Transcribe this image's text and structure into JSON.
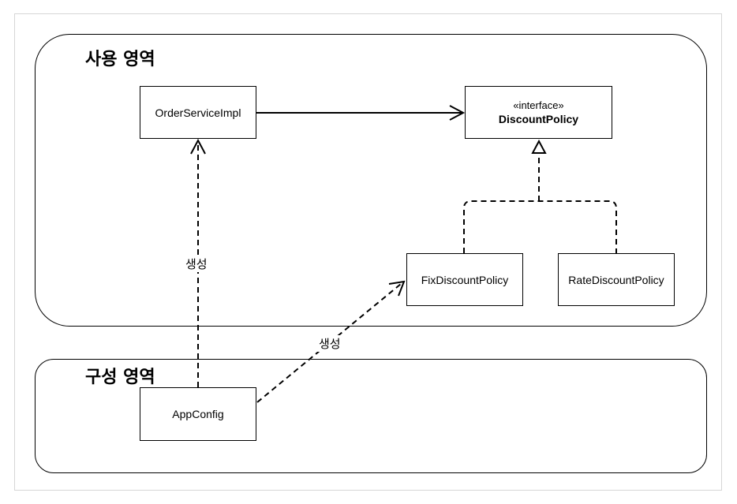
{
  "regions": {
    "usage": {
      "title": "사용 영역"
    },
    "config": {
      "title": "구성 영역"
    }
  },
  "classes": {
    "order_service_impl": {
      "name": "OrderServiceImpl"
    },
    "discount_policy": {
      "stereotype": "«interface»",
      "name": "DiscountPolicy"
    },
    "fix_discount_policy": {
      "name": "FixDiscountPolicy"
    },
    "rate_discount_policy": {
      "name": "RateDiscountPolicy"
    },
    "app_config": {
      "name": "AppConfig"
    }
  },
  "edges": {
    "create_order_label": "생성",
    "create_fix_label": "생성"
  }
}
